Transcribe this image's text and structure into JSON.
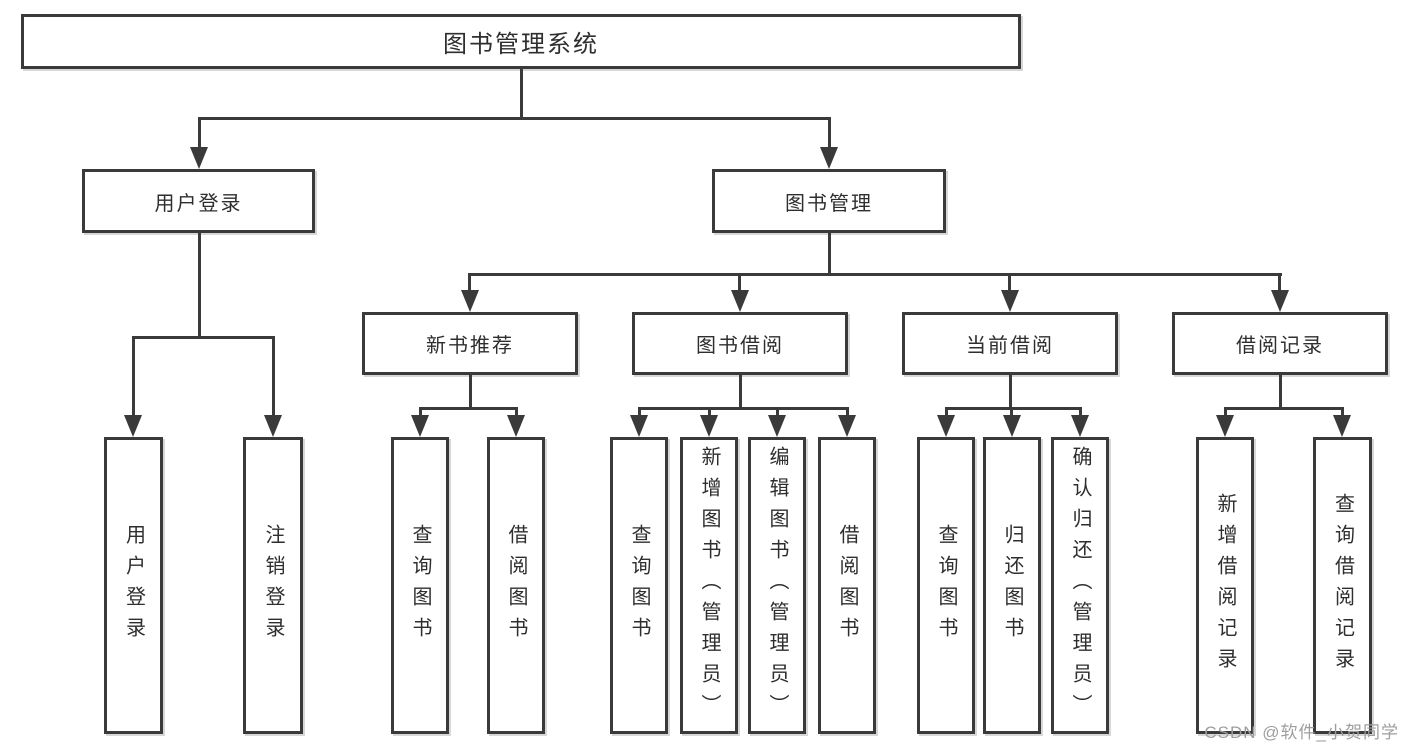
{
  "diagram": {
    "root": {
      "label": "图书管理系统"
    },
    "branches": [
      {
        "label": "用户登录",
        "children": [
          "用户登录",
          "注销登录"
        ]
      },
      {
        "label": "图书管理",
        "groups": [
          {
            "label": "新书推荐",
            "children": [
              "查询图书",
              "借阅图书"
            ]
          },
          {
            "label": "图书借阅",
            "children": [
              "查询图书",
              "新增图书（管理员）",
              "编辑图书（管理员）",
              "借阅图书"
            ]
          },
          {
            "label": "当前借阅",
            "children": [
              "查询图书",
              "归还图书",
              "确认归还（管理员）"
            ]
          },
          {
            "label": "借阅记录",
            "children": [
              "新增借阅记录",
              "查询借阅记录"
            ]
          }
        ]
      }
    ]
  },
  "watermark": {
    "text": "CSDN @软件_小贺同学"
  },
  "colors": {
    "line": "#3a3a3a",
    "text": "#2e2e2e",
    "background": "#ffffff",
    "watermark": "#9e9e9e"
  }
}
